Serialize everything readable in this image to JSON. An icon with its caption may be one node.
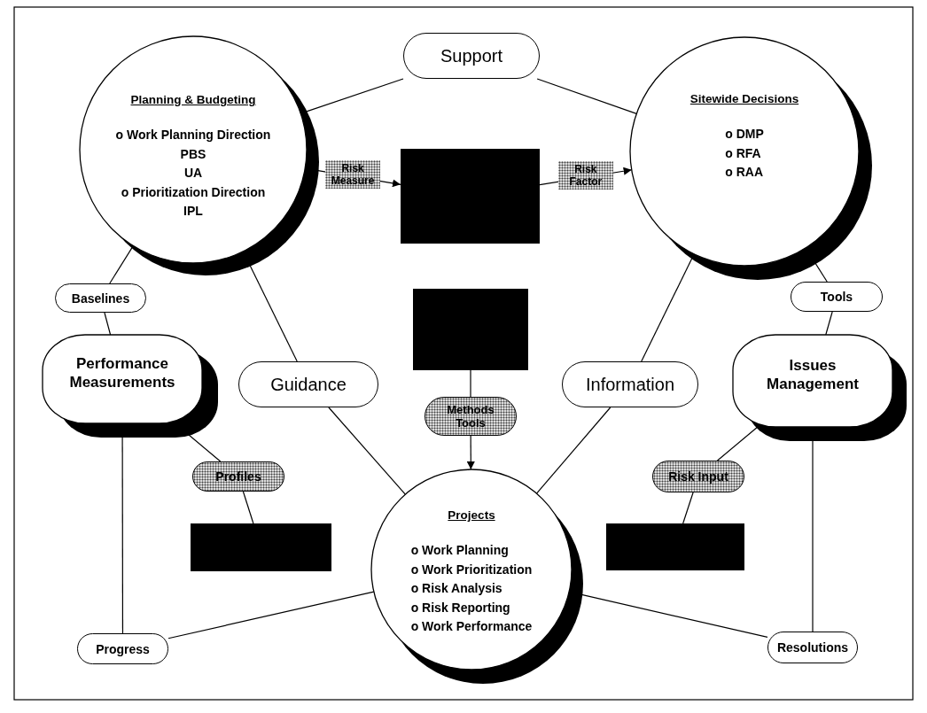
{
  "diagram": {
    "nodes": [
      {
        "text": [
          "Support"
        ]
      },
      {
        "text": [
          "Planning & Budgeting",
          "o Work Planning Direction",
          "PBS",
          "UA",
          "o Prioritization Direction",
          "IPL"
        ]
      },
      {
        "text": [
          "Sitewide Decisions",
          "o DMP",
          "o RFA",
          "o RAA"
        ]
      },
      {
        "text": [],
        "shape": "box"
      },
      {
        "text": [
          "Baselines"
        ]
      },
      {
        "text": [
          "Tools"
        ]
      },
      {
        "text": [],
        "shape": "box"
      },
      {
        "text": [
          "Performance Measurements"
        ]
      },
      {
        "text": [
          "Guidance"
        ]
      },
      {
        "text": [
          "Information"
        ]
      },
      {
        "text": [
          "Issues Management"
        ]
      },
      {
        "text": [
          "Methods Tools"
        ]
      },
      {
        "text": [
          "Profiles"
        ]
      },
      {
        "text": [
          "Risk Input"
        ]
      },
      {
        "text": [
          "Projects",
          "o Work Planning",
          "o Work Prioritization",
          "o Risk Analysis",
          "o Risk Reporting",
          "o Work Performance"
        ]
      },
      {
        "text": [],
        "shape": "box"
      },
      {
        "text": [],
        "shape": "box"
      },
      {
        "text": [
          "Progress"
        ]
      },
      {
        "text": [
          "Resolutions"
        ]
      }
    ],
    "edges": [
      {
        "from": 1,
        "to": 0,
        "arrow": "none"
      },
      {
        "from": 0,
        "to": 2,
        "arrow": "none"
      },
      {
        "from": 1,
        "to": 3,
        "arrow": "to",
        "label": "Risk Measure"
      },
      {
        "from": 3,
        "to": 2,
        "arrow": "to",
        "label": "Risk Factor"
      },
      {
        "from": 1,
        "to": 4,
        "arrow": "none"
      },
      {
        "from": 4,
        "to": 7,
        "arrow": "none"
      },
      {
        "from": 2,
        "to": 5,
        "arrow": "none"
      },
      {
        "from": 5,
        "to": 10,
        "arrow": "none"
      },
      {
        "from": 6,
        "to": 11,
        "arrow": "none"
      },
      {
        "from": 11,
        "to": 14,
        "arrow": "to"
      },
      {
        "from": 1,
        "to": 8,
        "arrow": "none"
      },
      {
        "from": 8,
        "to": 14,
        "arrow": "none"
      },
      {
        "from": 2,
        "to": 9,
        "arrow": "none"
      },
      {
        "from": 9,
        "to": 14,
        "arrow": "none"
      },
      {
        "from": 7,
        "to": 12,
        "arrow": "none"
      },
      {
        "from": 12,
        "to": 15,
        "arrow": "none"
      },
      {
        "from": 10,
        "to": 13,
        "arrow": "none"
      },
      {
        "from": 13,
        "to": 16,
        "arrow": "none"
      },
      {
        "from": 7,
        "to": 17,
        "arrow": "none"
      },
      {
        "from": 17,
        "to": 14,
        "arrow": "none"
      },
      {
        "from": 10,
        "to": 18,
        "arrow": "none"
      },
      {
        "from": 18,
        "to": 14,
        "arrow": "none"
      }
    ]
  }
}
